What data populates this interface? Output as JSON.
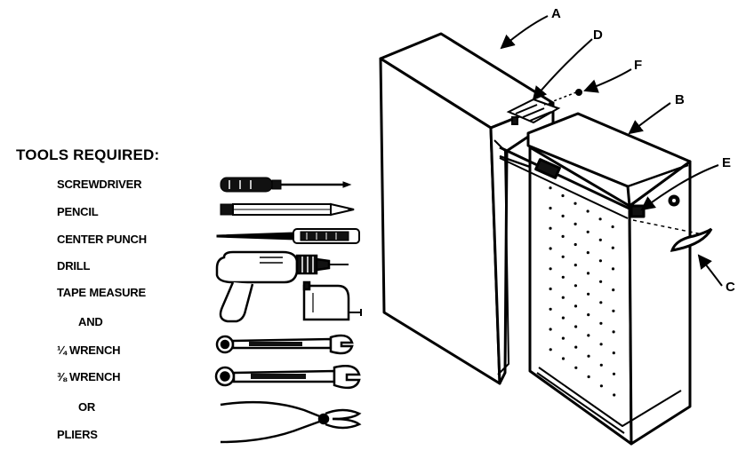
{
  "tools": {
    "title": "TOOLS REQUIRED:",
    "items": [
      {
        "label": "SCREWDRIVER",
        "icon": "screwdriver-icon"
      },
      {
        "label": "PENCIL",
        "icon": "pencil-icon"
      },
      {
        "label": "CENTER PUNCH",
        "icon": "center-punch-icon"
      },
      {
        "label": "DRILL",
        "icon": "drill-icon"
      },
      {
        "label": "TAPE MEASURE",
        "icon": "tape-measure-icon"
      },
      {
        "label": "AND",
        "icon": ""
      },
      {
        "label": "¼ WRENCH",
        "icon": "wrench-icon"
      },
      {
        "label": "⅜ WRENCH",
        "icon": "wrench-icon"
      },
      {
        "label": "OR",
        "icon": ""
      },
      {
        "label": "PLIERS",
        "icon": "pliers-icon"
      }
    ]
  },
  "callouts": {
    "a": "A",
    "b": "B",
    "c": "C",
    "d": "D",
    "e": "E",
    "f": "F"
  }
}
